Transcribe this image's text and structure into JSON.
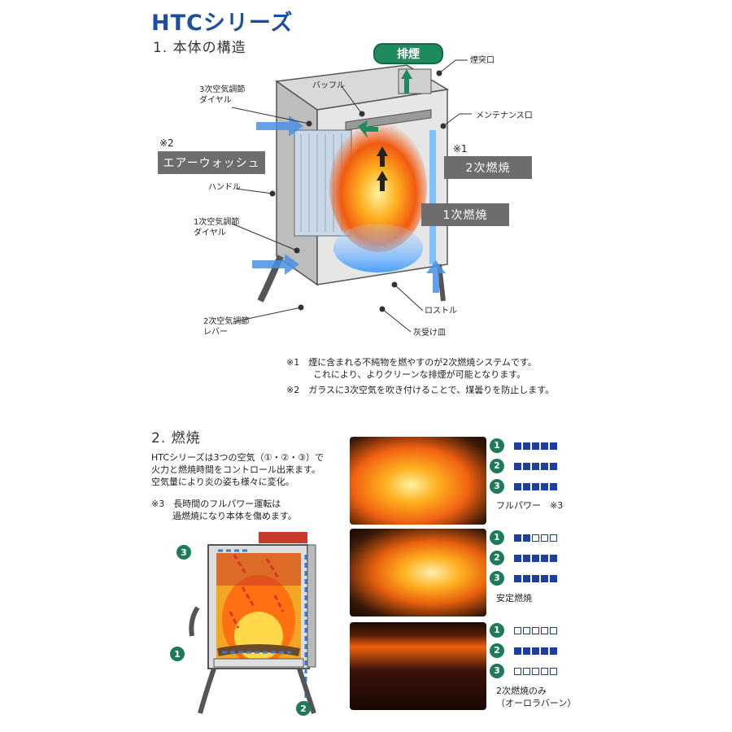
{
  "header": {
    "title": "HTCシリーズ",
    "section1": "1. 本体の構造",
    "section2": "2. 燃焼"
  },
  "structure": {
    "exhaust": "排煙",
    "labels": {
      "tertiary_dial": [
        "3次空気調節",
        "ダイヤル"
      ],
      "baffle": "バッフル",
      "flue": "煙突口",
      "maintenance": "メンテナンス口",
      "handle": "ハンドル",
      "primary_dial": [
        "1次空気調節",
        "ダイヤル"
      ],
      "secondary_lever": [
        "2次空気調節",
        "レバー"
      ],
      "grate": "ロストル",
      "ash_pan": "灰受け皿"
    },
    "mark1": "※1",
    "mark2": "※2",
    "air_wash": "エアーウォッシュ",
    "secondary_combustion": "2次燃焼",
    "primary_combustion": "1次燃焼"
  },
  "notes": {
    "n1_mark": "※1",
    "n1_line1": "煙に含まれる不純物を燃やすのが2次燃焼システムです。",
    "n1_line2": "これにより、よりクリーンな排煙が可能となります。",
    "n2_mark": "※2",
    "n2_line1": "ガラスに3次空気を吹き付けることで、煤曇りを防止します。"
  },
  "combustion": {
    "intro_line1": "HTCシリーズは3つの空気（①・②・③）で",
    "intro_line2": "火力と燃焼時間をコントロール出来ます。",
    "intro_line3": "空気量により炎の姿も様々に変化。",
    "warn_mark": "※3",
    "warn_line1": "長時間のフルパワー運転は",
    "warn_line2": "過燃焼になり本体を傷めます。",
    "diagram_numbers": [
      "3",
      "1",
      "2"
    ],
    "modes": [
      {
        "levels": [
          5,
          5,
          5
        ],
        "caption": "フルパワー　※3",
        "caption2": ""
      },
      {
        "levels": [
          2,
          5,
          5
        ],
        "caption": "安定燃焼",
        "caption2": ""
      },
      {
        "levels": [
          0,
          5,
          0
        ],
        "caption": "2次燃焼のみ",
        "caption2": "（オーロラバーン）"
      }
    ],
    "air_numbers": [
      "1",
      "2",
      "3"
    ],
    "max_level": 5
  },
  "colors": {
    "title": "#1d4f9c",
    "green": "#1f7a5a",
    "gray_box": "#6d6d6d",
    "level_blue": "#1d3fa0",
    "air_blue": "#4a90e2"
  }
}
